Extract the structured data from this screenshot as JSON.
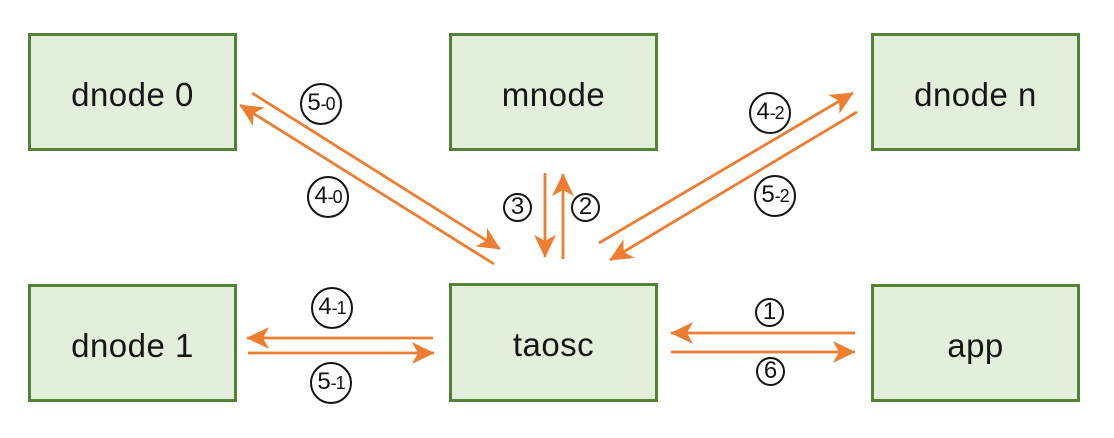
{
  "diagram": {
    "colors": {
      "background": "#ffffff",
      "node_fill": "#e2efda",
      "node_border": "#548235",
      "arrow_color": "#ed7d31",
      "circle_border": "#141414"
    },
    "nodes": [
      {
        "id": "dnode0",
        "label": "dnode 0"
      },
      {
        "id": "mnode",
        "label": "mnode"
      },
      {
        "id": "dnoden",
        "label": "dnode n"
      },
      {
        "id": "dnode1",
        "label": "dnode 1"
      },
      {
        "id": "taosc",
        "label": "taosc"
      },
      {
        "id": "app",
        "label": "app"
      }
    ],
    "edges": [
      {
        "label": "4-0",
        "label_main": "4",
        "label_suffix": "-0",
        "from": "dnode 0",
        "to": "taosc"
      },
      {
        "label": "5-0",
        "label_main": "5",
        "label_suffix": "-0",
        "from": "taosc",
        "to": "dnode 0"
      },
      {
        "label": "2",
        "label_main": "2",
        "label_suffix": "",
        "from": "taosc",
        "to": "mnode"
      },
      {
        "label": "3",
        "label_main": "3",
        "label_suffix": "",
        "from": "mnode",
        "to": "taosc"
      },
      {
        "label": "4-2",
        "label_main": "4",
        "label_suffix": "-2",
        "from": "taosc",
        "to": "dnode n"
      },
      {
        "label": "5-2",
        "label_main": "5",
        "label_suffix": "-2",
        "from": "dnode n",
        "to": "taosc"
      },
      {
        "label": "4-1",
        "label_main": "4",
        "label_suffix": "-1",
        "from": "taosc",
        "to": "dnode 1"
      },
      {
        "label": "5-1",
        "label_main": "5",
        "label_suffix": "-1",
        "from": "dnode 1",
        "to": "taosc"
      },
      {
        "label": "1",
        "label_main": "1",
        "label_suffix": "",
        "from": "app",
        "to": "taosc"
      },
      {
        "label": "6",
        "label_main": "6",
        "label_suffix": "",
        "from": "taosc",
        "to": "app"
      }
    ]
  }
}
